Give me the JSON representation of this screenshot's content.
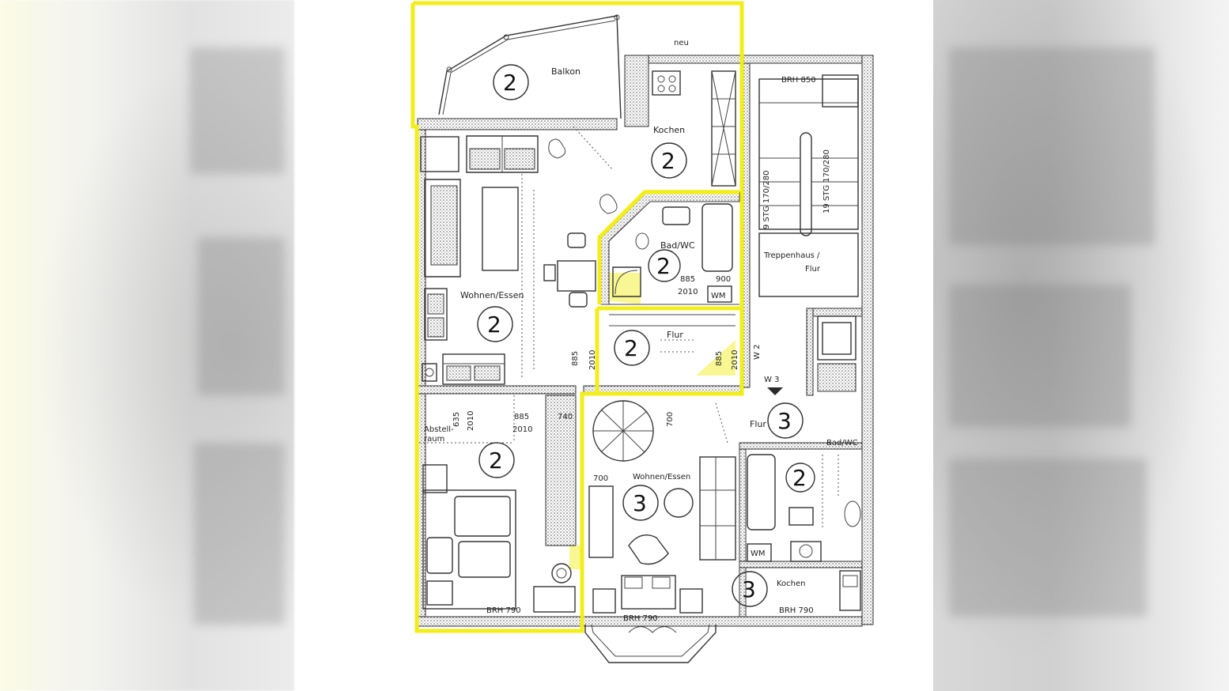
{
  "colors": {
    "highlight": "#f2ee1a",
    "ink": "#2a2a2a",
    "paper": "#ffffff"
  },
  "labels": {
    "neu": "neu",
    "balkon": "Balkon",
    "kochen_top": "Kochen",
    "bad_wc_top": "Bad/WC",
    "wohnen_essen_left": "Wohnen/Essen",
    "flur_mid": "Flur",
    "treppenhaus": "Treppenhaus /",
    "treppenhaus_2": "Flur",
    "abstell": "Abstell-",
    "abstell_2": "raum",
    "wohnen_essen_bottom": "Wohnen/Essen",
    "flur_right": "Flur",
    "bad_wc_right": "Bad/WC",
    "kochen_bottom": "Kochen",
    "wm_top": "WM",
    "wm_bottom": "WM",
    "stg_1": "9 STG 170/280",
    "stg_2": "19 STG 170/280"
  },
  "dimensions": {
    "brh_850": "BRH 850",
    "d_885_2010_bad": "885",
    "d_2010_bad": "2010",
    "d_900": "900",
    "d_885_flur": "885",
    "d_2010_flur": "2010",
    "d_885_flur_r": "885",
    "d_2010_flur_r": "2010",
    "w2": "W 2",
    "w3": "W 3",
    "d_635": "635",
    "d_2010_abst": "2010",
    "d_885_door": "885",
    "d_2010_door": "2010",
    "d_740": "740",
    "d_700_top": "700",
    "d_700_left": "700",
    "brh_790_left": "BRH 790",
    "brh_790_mid": "BRH 790",
    "brh_790_right": "BRH 790"
  },
  "unit_numbers": {
    "balkon": "2",
    "kochen": "2",
    "bad": "2",
    "wohnen": "2",
    "flur": "2",
    "schlaf": "2",
    "flur3": "3",
    "wohnen3": "3",
    "bad3": "2",
    "kochen3": "3"
  }
}
